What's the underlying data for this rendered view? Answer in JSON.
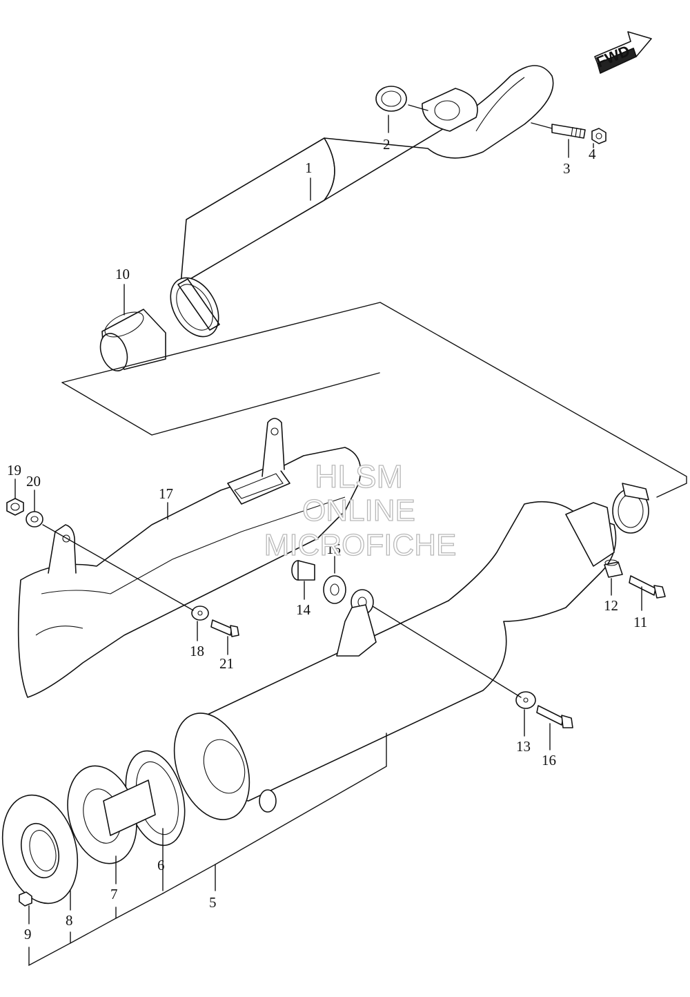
{
  "direction_badge": {
    "text": "FWD"
  },
  "watermark": {
    "line1": "HLSM",
    "line2": "ONLINE",
    "line3": "MICROFICHE",
    "color": "#b8b8b8"
  },
  "callouts": [
    "1",
    "2",
    "3",
    "4",
    "5",
    "6",
    "7",
    "8",
    "9",
    "10",
    "11",
    "12",
    "13",
    "14",
    "15",
    "16",
    "17",
    "18",
    "19",
    "20",
    "21"
  ]
}
